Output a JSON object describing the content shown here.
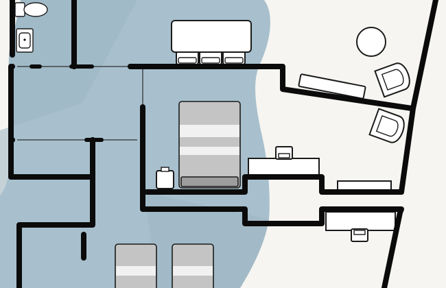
{
  "plan": {
    "colors": {
      "background": "#f6f5f1",
      "shade": "#a8c0cd",
      "shade_dark": "#9bb4c2",
      "wall": "#0b0b0b",
      "furniture_fill": "#ffffff",
      "mattress": "#c4c4c4",
      "mattress_base": "#9d9d9d"
    },
    "rooms": [
      "bathroom",
      "hall",
      "bedroom",
      "office",
      "lounge",
      "bunk-room"
    ],
    "furniture": [
      "toilet",
      "sink",
      "dining-table",
      "dining-chair",
      "round-table",
      "armchair",
      "bed",
      "nightstand",
      "desk",
      "desk-chair",
      "bench",
      "single-bed"
    ]
  }
}
